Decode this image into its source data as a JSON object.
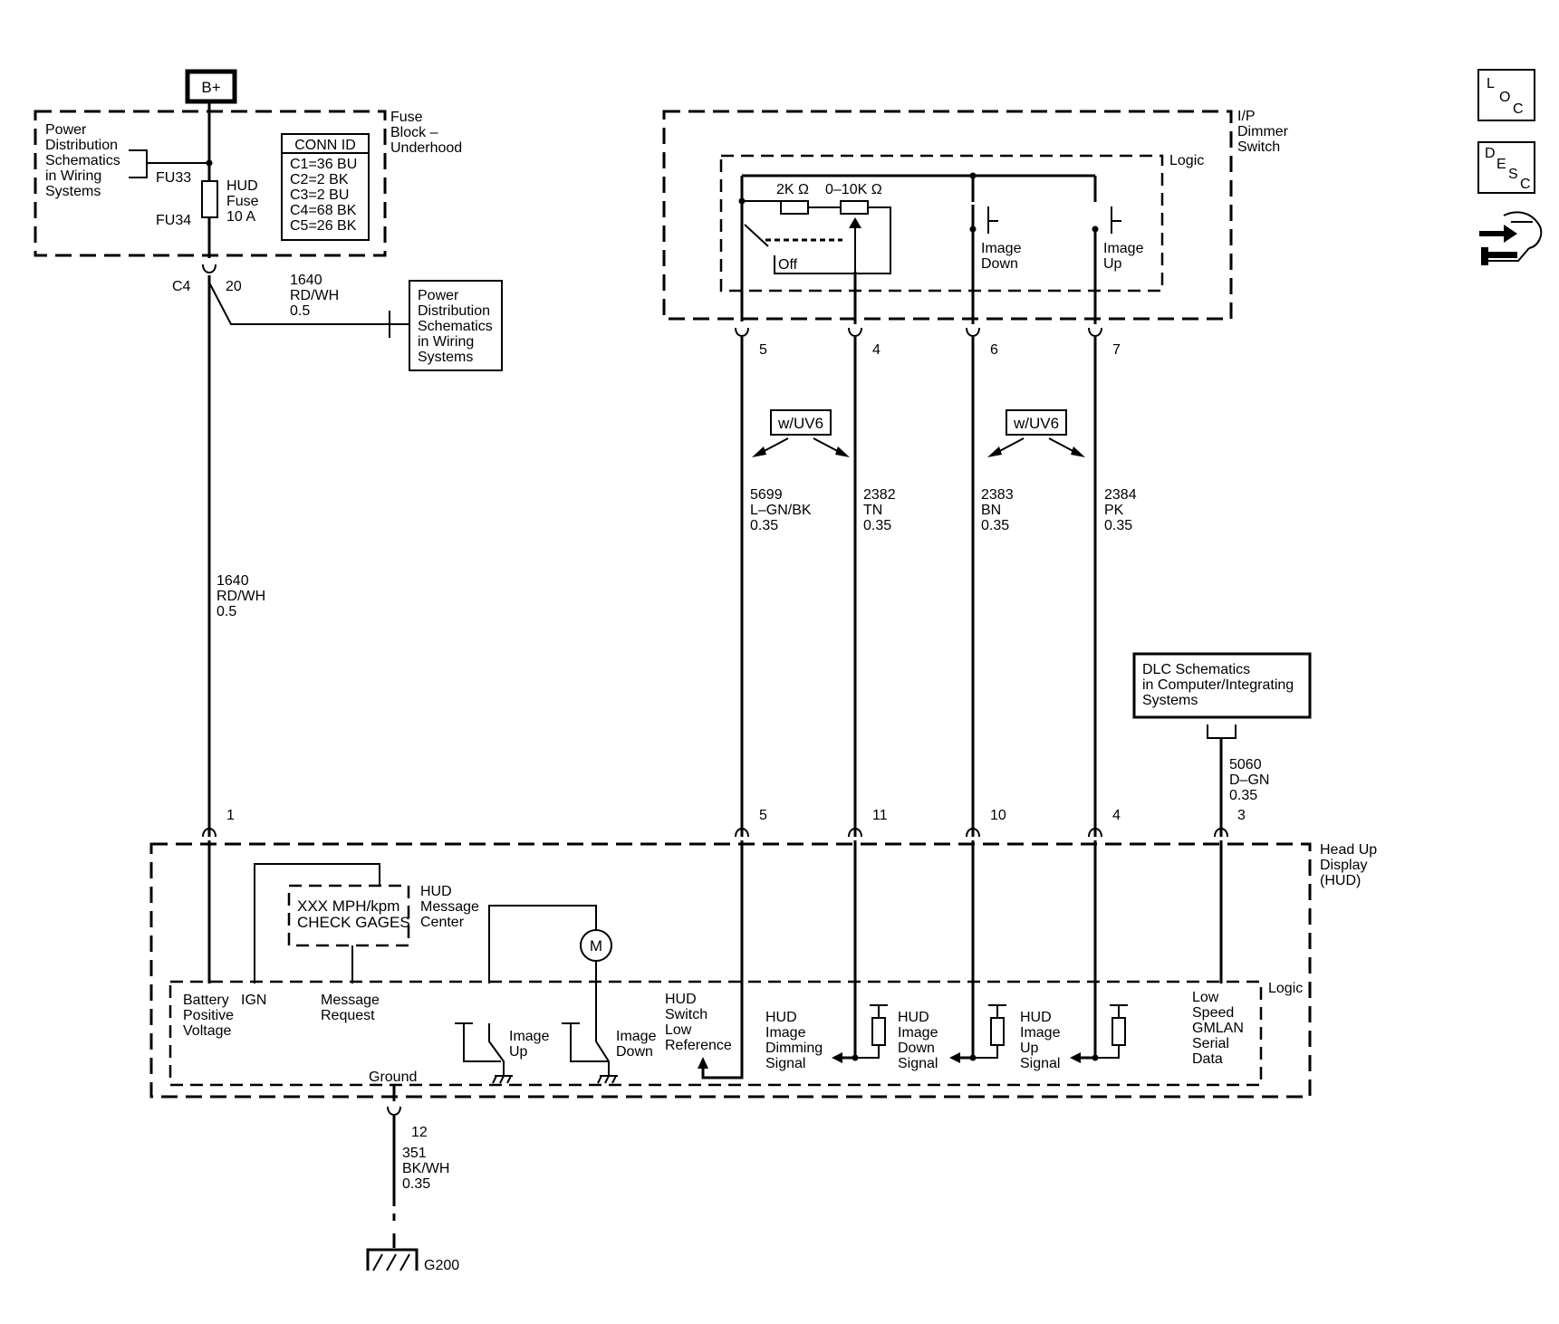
{
  "nav_icons": {
    "loc": {
      "label": [
        "L",
        "O",
        "C"
      ],
      "icon": "loc-icon"
    },
    "desc": {
      "label": [
        "D",
        "E",
        "S",
        "C"
      ],
      "icon": "desc-icon"
    },
    "connector": {
      "icon": "connector-hand-icon"
    }
  },
  "power": {
    "bplus": "B+",
    "fuse_block": [
      "Fuse",
      "Block –",
      "Underhood"
    ],
    "power_dist_ref": [
      "Power",
      "Distribution",
      "Schematics",
      "in Wiring",
      "Systems"
    ],
    "fu33": "FU33",
    "fu34": "FU34",
    "fuse": [
      "HUD",
      "Fuse",
      "10 A"
    ],
    "conn_id": {
      "title": "CONN ID",
      "rows": [
        "C1=36 BU",
        "C2=2 BK",
        "C3=2 BU",
        "C4=68 BK",
        "C5=26 BK"
      ]
    },
    "c4": "C4",
    "c4_pin": "20",
    "branch_wire": [
      "1640",
      "RD/WH",
      "0.5"
    ],
    "power_dist_box": [
      "Power",
      "Distribution",
      "Schematics",
      "in Wiring",
      "Systems"
    ],
    "main_wire": [
      "1640",
      "RD/WH",
      "0.5"
    ]
  },
  "dimmer": {
    "title": [
      "I/P",
      "Dimmer",
      "Switch"
    ],
    "logic": "Logic",
    "r1": "2K Ω",
    "r2": "0–10K Ω",
    "off": "Off",
    "image_down": [
      "Image",
      "Down"
    ],
    "image_up": [
      "Image",
      "Up"
    ],
    "pins": [
      "5",
      "4",
      "6",
      "7"
    ],
    "option": "w/UV6"
  },
  "wires": [
    [
      "5699",
      "L–GN/BK",
      "0.35"
    ],
    [
      "2382",
      "TN",
      "0.35"
    ],
    [
      "2383",
      "BN",
      "0.35"
    ],
    [
      "2384",
      "PK",
      "0.35"
    ]
  ],
  "dlc": {
    "box": [
      "DLC Schematics",
      "in Computer/Integrating",
      "Systems"
    ],
    "wire": [
      "5060",
      "D–GN",
      "0.35"
    ]
  },
  "hud": {
    "title": [
      "Head Up",
      "Display",
      "(HUD)"
    ],
    "logic": "Logic",
    "pins": [
      "1",
      "5",
      "11",
      "10",
      "4",
      "3"
    ],
    "message_box": [
      "XXX MPH/kpm",
      "CHECK GAGES"
    ],
    "message_center": [
      "HUD",
      "Message",
      "Center"
    ],
    "battery": [
      "Battery",
      "Positive",
      "Voltage"
    ],
    "ign": "IGN",
    "message_request": [
      "Message",
      "Request"
    ],
    "image_up": [
      "Image",
      "Up"
    ],
    "image_down": [
      "Image",
      "Down"
    ],
    "motor": "M",
    "switch_low_ref": [
      "HUD",
      "Switch",
      "Low",
      "Reference"
    ],
    "dimming_signal": [
      "HUD",
      "Image",
      "Dimming",
      "Signal"
    ],
    "down_signal": [
      "HUD",
      "Image",
      "Down",
      "Signal"
    ],
    "up_signal": [
      "HUD",
      "Image",
      "Up",
      "Signal"
    ],
    "serial_data": [
      "Low",
      "Speed",
      "GMLAN",
      "Serial",
      "Data"
    ],
    "ground": "Ground"
  },
  "ground": {
    "pin": "12",
    "wire": [
      "351",
      "BK/WH",
      "0.35"
    ],
    "name": "G200"
  }
}
